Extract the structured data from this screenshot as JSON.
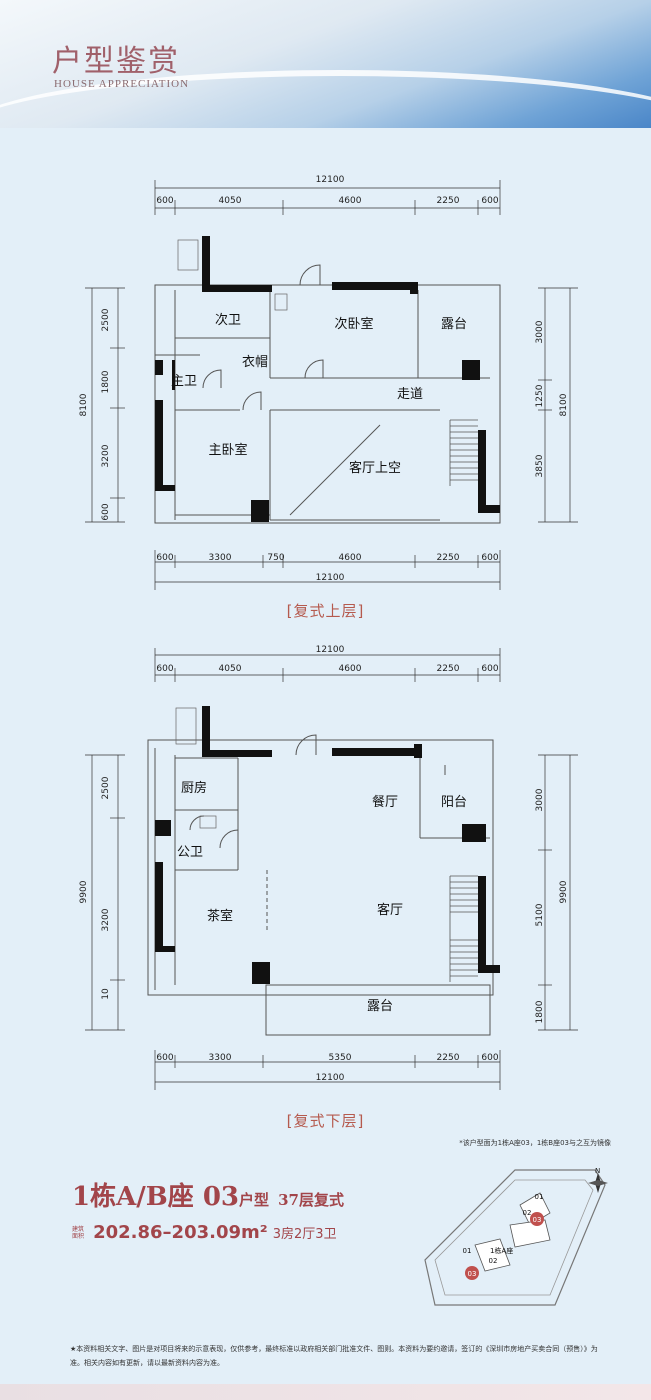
{
  "header": {
    "title_cn": "户型鉴赏",
    "title_en": "HOUSE APPRECIATION"
  },
  "upper": {
    "label": "[复式上层]",
    "top_total": "12100",
    "top_dims": [
      "600",
      "4050",
      "4600",
      "2250",
      "600"
    ],
    "bottom_dims": [
      "600",
      "3300",
      "750",
      "4600",
      "2250",
      "600"
    ],
    "bottom_total": "12100",
    "left_total": "8100",
    "left_dims": [
      "2500",
      "1800",
      "3200",
      "600"
    ],
    "right_total": "8100",
    "right_dims": [
      "3000",
      "1250",
      "3850"
    ],
    "rooms": {
      "ci_wei": "次卫",
      "ci_wo": "次卧室",
      "lu_tai": "露台",
      "yi_mao": "衣帽",
      "zhu_wei": "主卫",
      "zou_dao": "走道",
      "zhu_wo": "主卧室",
      "shang_kong": "客厅上空"
    }
  },
  "lower": {
    "label": "[复式下层]",
    "top_total": "12100",
    "top_dims": [
      "600",
      "4050",
      "4600",
      "2250",
      "600"
    ],
    "bottom_dims": [
      "600",
      "3300",
      "5350",
      "2250",
      "600"
    ],
    "bottom_total": "12100",
    "left_total": "9900",
    "left_dims": [
      "2500",
      "3200",
      "10"
    ],
    "right_total": "9900",
    "right_dims": [
      "3000",
      "5100",
      "1800"
    ],
    "rooms": {
      "chu_fang": "厨房",
      "can_ting": "餐厅",
      "yang_tai": "阳台",
      "gong_wei": "公卫",
      "cha_shi": "茶室",
      "ke_ting": "客厅",
      "lu_tai": "露台"
    }
  },
  "mirror_note": "*该户型面为1栋A座03，1栋B座03与之互为镜像",
  "title": {
    "building": "1栋A/B座",
    "unit": "03",
    "type_suffix": "户型",
    "floor": "37层复式"
  },
  "area": {
    "label": "建筑面积",
    "value": "202.86–203.09m²",
    "rooms": "3房2厅3卫"
  },
  "site": {
    "north": "N",
    "bldg": "1栋A座",
    "units": [
      "01",
      "02",
      "03",
      "01",
      "02",
      "03"
    ]
  },
  "footnote": "★本资料相关文字、图片是对项目将来的示意表现，仅供参考，最终标准以政府相关部门批准文件、图则。本资料为要约邀请，签订的《深圳市房地产买卖合同（预售）》为准。相关内容如有更新，请以最新资料内容为准。",
  "colors": {
    "wall": "#111111",
    "label": "#b55a4e",
    "title": "#a2454a",
    "bg": "#e3eff8"
  }
}
